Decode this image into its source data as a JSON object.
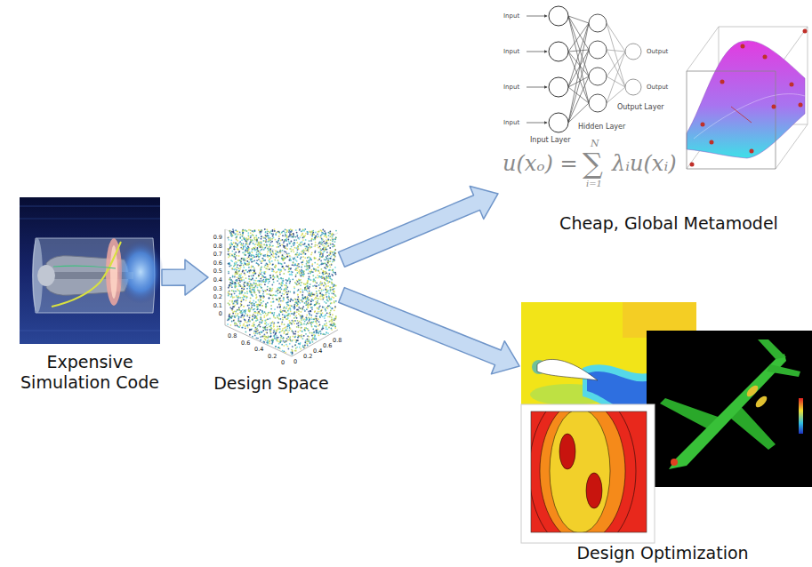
{
  "diagram": {
    "nodes": [
      {
        "text": [
          "Expensive Simulation Code"
        ]
      },
      {
        "text": [
          "Design Space"
        ]
      },
      {
        "text": [
          "Cheap, Global Metamodel"
        ]
      },
      {
        "text": [
          "Design Optimization"
        ]
      }
    ],
    "edges": [
      {
        "from": 0,
        "to": 1,
        "arrow": "to"
      },
      {
        "from": 1,
        "to": 2,
        "arrow": "to"
      },
      {
        "from": 1,
        "to": 3,
        "arrow": "to"
      }
    ],
    "labels": [
      "Input",
      "Input",
      "Input",
      "Input",
      "Output",
      "Output",
      "Input Layer",
      "Hidden Layer",
      "Output Layer",
      "u(xₒ) =",
      "N",
      "∑",
      "i=1",
      "λᵢu(xᵢ)",
      "0.9",
      "0.8",
      "0.7",
      "0.6",
      "0.5",
      "0.4",
      "0.3",
      "0.2",
      "0.1",
      "0",
      "0.8",
      "0.6",
      "0.4",
      "0.2",
      "0",
      "0",
      "0.2",
      "0.4",
      "0.6",
      "0.8"
    ]
  }
}
